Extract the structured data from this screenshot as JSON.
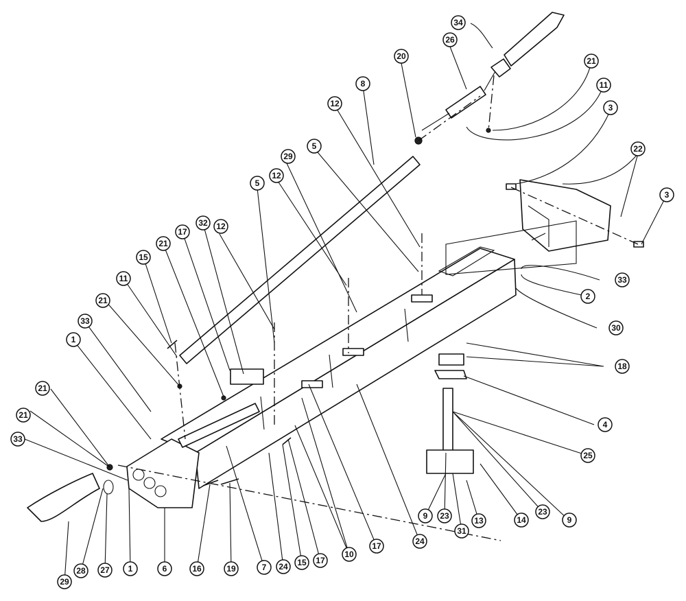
{
  "callouts": [
    {
      "id": "c34",
      "label": "34"
    },
    {
      "id": "c26",
      "label": "26"
    },
    {
      "id": "c20",
      "label": "20"
    },
    {
      "id": "c21a",
      "label": "21"
    },
    {
      "id": "c11a",
      "label": "11"
    },
    {
      "id": "c3a",
      "label": "3"
    },
    {
      "id": "c8",
      "label": "8"
    },
    {
      "id": "c12a",
      "label": "12"
    },
    {
      "id": "c5a",
      "label": "5"
    },
    {
      "id": "c29a",
      "label": "29"
    },
    {
      "id": "c12b",
      "label": "12"
    },
    {
      "id": "c22",
      "label": "22"
    },
    {
      "id": "c3b",
      "label": "3"
    },
    {
      "id": "c5b",
      "label": "5"
    },
    {
      "id": "c17a",
      "label": "17"
    },
    {
      "id": "c32",
      "label": "32"
    },
    {
      "id": "c12c",
      "label": "12"
    },
    {
      "id": "c21b",
      "label": "21"
    },
    {
      "id": "c15a",
      "label": "15"
    },
    {
      "id": "c11b",
      "label": "11"
    },
    {
      "id": "c21c",
      "label": "21"
    },
    {
      "id": "c33a",
      "label": "33"
    },
    {
      "id": "c1a",
      "label": "1"
    },
    {
      "id": "c33b",
      "label": "33"
    },
    {
      "id": "c2",
      "label": "2"
    },
    {
      "id": "c30",
      "label": "30"
    },
    {
      "id": "c18",
      "label": "18"
    },
    {
      "id": "c21d",
      "label": "21"
    },
    {
      "id": "c21e",
      "label": "21"
    },
    {
      "id": "c33c",
      "label": "33"
    },
    {
      "id": "c4",
      "label": "4"
    },
    {
      "id": "c25",
      "label": "25"
    },
    {
      "id": "c9a",
      "label": "9"
    },
    {
      "id": "c14",
      "label": "14"
    },
    {
      "id": "c23a",
      "label": "23"
    },
    {
      "id": "c9b",
      "label": "9"
    },
    {
      "id": "c23b",
      "label": "23"
    },
    {
      "id": "c31",
      "label": "31"
    },
    {
      "id": "c13",
      "label": "13"
    },
    {
      "id": "c24a",
      "label": "24"
    },
    {
      "id": "c17b",
      "label": "17"
    },
    {
      "id": "c10",
      "label": "10"
    },
    {
      "id": "c17c",
      "label": "17"
    },
    {
      "id": "c15b",
      "label": "15"
    },
    {
      "id": "c24b",
      "label": "24"
    },
    {
      "id": "c7",
      "label": "7"
    },
    {
      "id": "c19",
      "label": "19"
    },
    {
      "id": "c16",
      "label": "16"
    },
    {
      "id": "c6",
      "label": "6"
    },
    {
      "id": "c1b",
      "label": "1"
    },
    {
      "id": "c27",
      "label": "27"
    },
    {
      "id": "c28",
      "label": "28"
    },
    {
      "id": "c29b",
      "label": "29"
    }
  ]
}
